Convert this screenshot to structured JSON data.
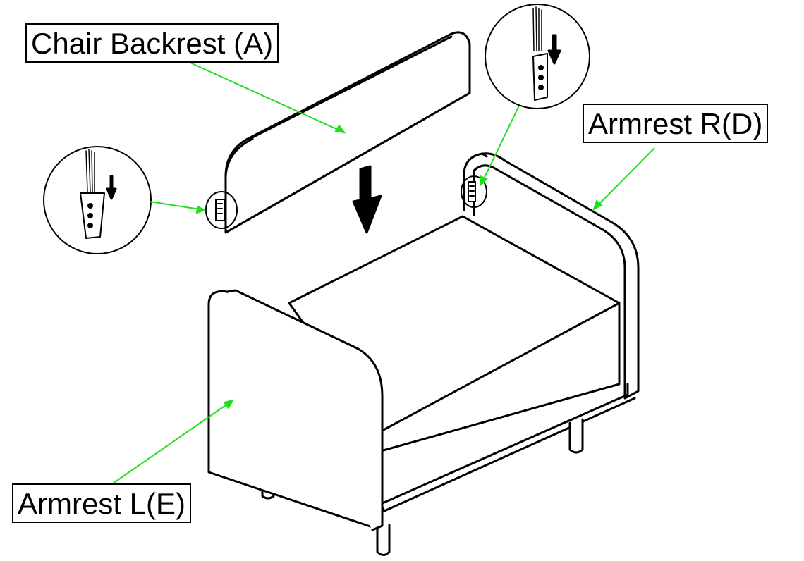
{
  "labels": {
    "backrest": "Chair Backrest (A)",
    "armrest_right": "Armrest R(D)",
    "armrest_left": "Armrest L(E)"
  },
  "colors": {
    "leader_line": "#22dd22",
    "outline": "#000000",
    "background": "#ffffff"
  }
}
